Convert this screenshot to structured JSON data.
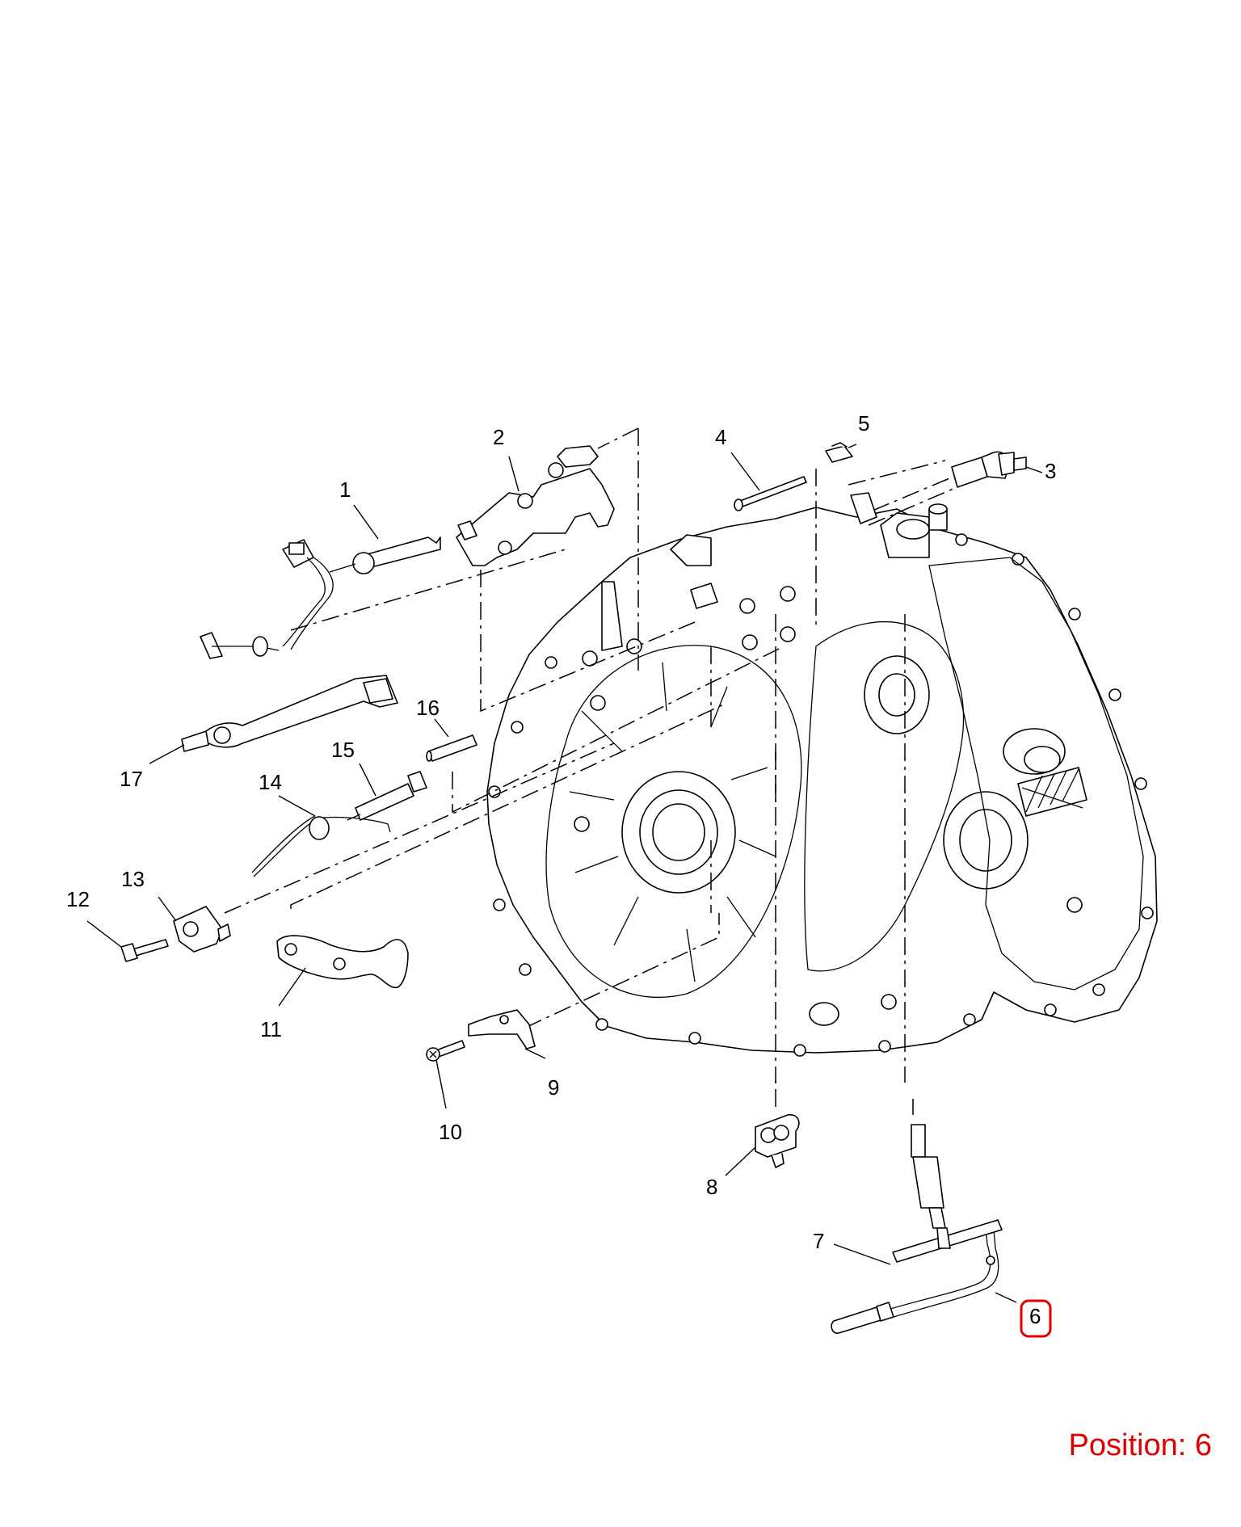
{
  "diagram": {
    "callouts": [
      {
        "id": "1",
        "label": "1"
      },
      {
        "id": "2",
        "label": "2"
      },
      {
        "id": "3",
        "label": "3"
      },
      {
        "id": "4",
        "label": "4"
      },
      {
        "id": "5",
        "label": "5"
      },
      {
        "id": "6",
        "label": "6"
      },
      {
        "id": "7",
        "label": "7"
      },
      {
        "id": "8",
        "label": "8"
      },
      {
        "id": "9",
        "label": "9"
      },
      {
        "id": "10",
        "label": "10"
      },
      {
        "id": "11",
        "label": "11"
      },
      {
        "id": "12",
        "label": "12"
      },
      {
        "id": "13",
        "label": "13"
      },
      {
        "id": "14",
        "label": "14"
      },
      {
        "id": "15",
        "label": "15"
      },
      {
        "id": "16",
        "label": "16"
      },
      {
        "id": "17",
        "label": "17"
      }
    ],
    "highlighted_callout": "6",
    "highlight_color": "#e00000"
  },
  "position_label": "Position: 6"
}
